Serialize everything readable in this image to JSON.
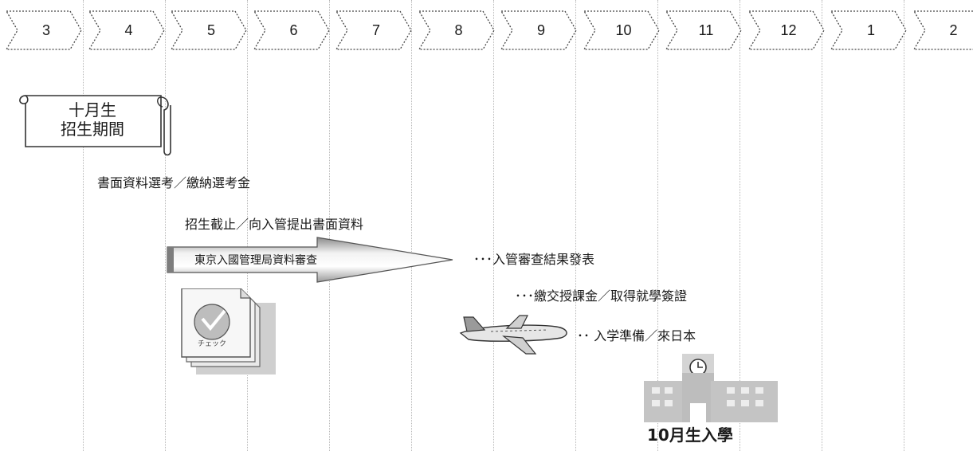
{
  "months": [
    "3",
    "4",
    "5",
    "6",
    "7",
    "8",
    "9",
    "10",
    "11",
    "12",
    "1",
    "2"
  ],
  "scroll": {
    "line1": "十月生",
    "line2": "招生期間"
  },
  "notes": {
    "screening": "書面資料選考／繳納選考金",
    "deadline": "招生截止／向入管提出書面資料",
    "immigration_review": "東京入國管理局資料審查",
    "result": "･･･入管審查結果發表",
    "tuition": "･･･繳交授課金／取得就學簽證",
    "prep": "･･ 入学準備／來日本",
    "enroll": "10月生入學"
  },
  "icons": {
    "scroll": "scroll-banner-icon",
    "documents": "document-check-icon",
    "documents_stamp": "チェック",
    "plane": "airplane-icon",
    "school": "school-building-icon"
  },
  "colors": {
    "arrow_dark": "#8a8a8a",
    "arrow_light": "#f2f2f2",
    "school": "#c4c4c4"
  }
}
